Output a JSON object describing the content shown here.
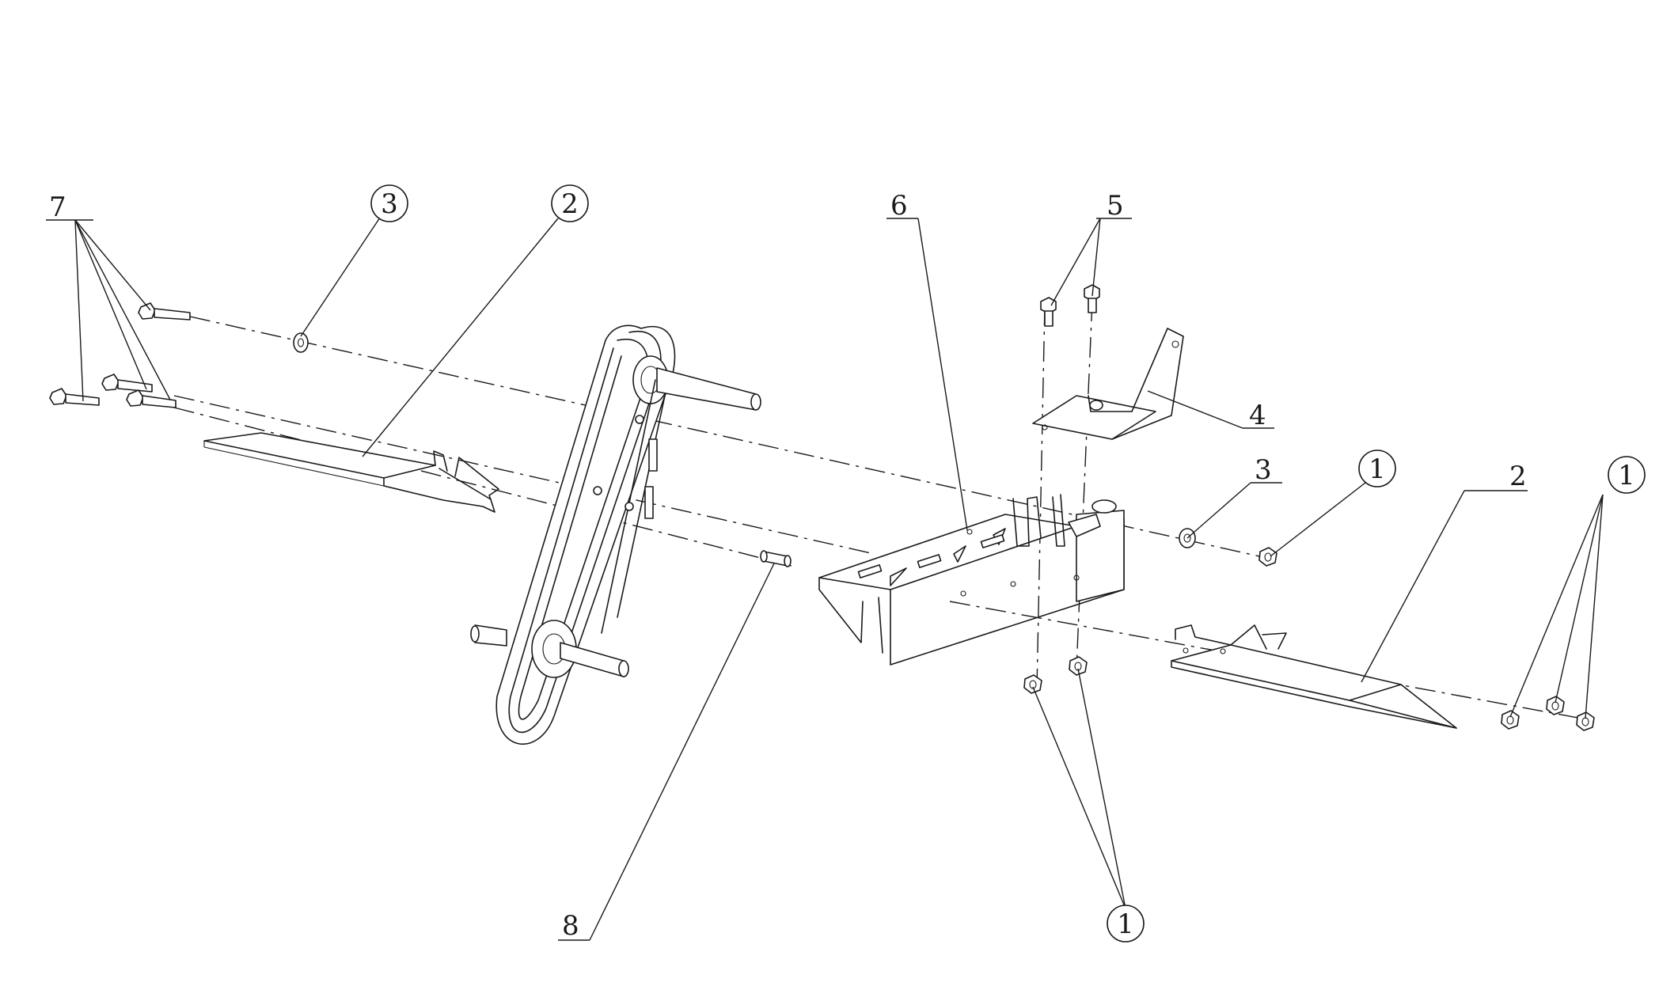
{
  "callouts": {
    "c7": "7",
    "c3a": "3",
    "c2a": "2",
    "c6": "6",
    "c5": "5",
    "c4": "4",
    "c3b": "3",
    "c1a": "1",
    "c2b": "2",
    "c1b": "1",
    "c8": "8",
    "c1c": "1"
  }
}
